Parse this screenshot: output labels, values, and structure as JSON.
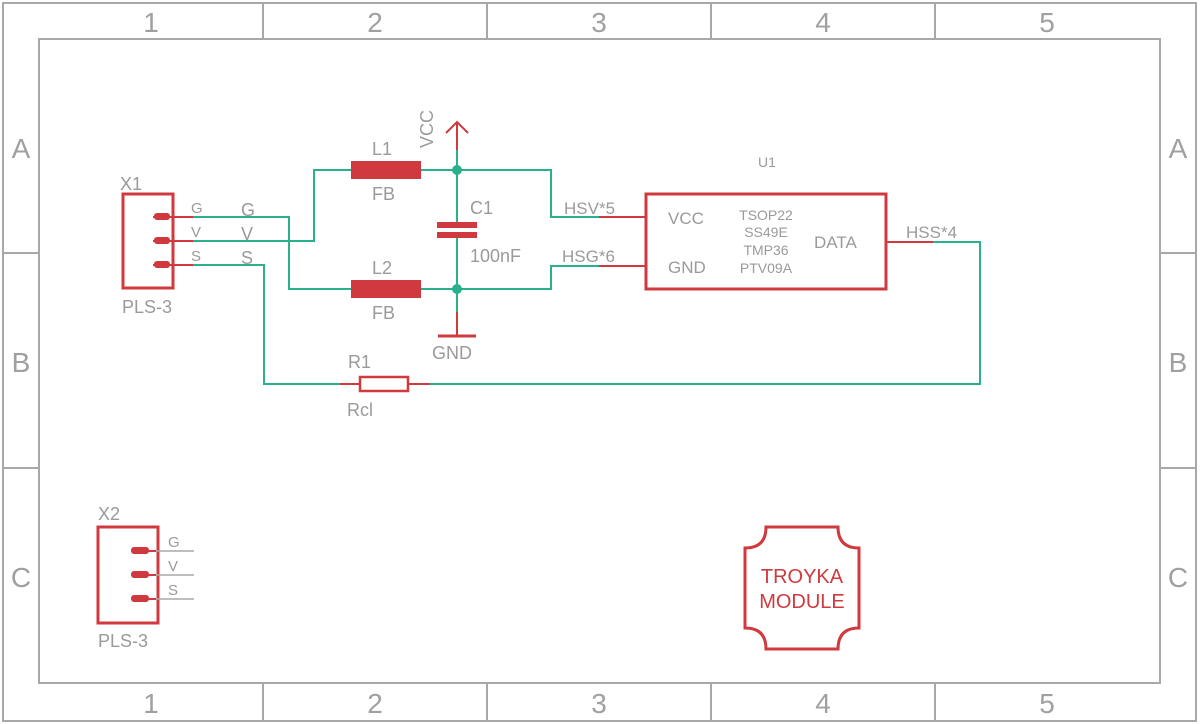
{
  "frame": {
    "columns": [
      "1",
      "2",
      "3",
      "4",
      "5"
    ],
    "rows": [
      "A",
      "B",
      "C"
    ]
  },
  "x1": {
    "ref": "X1",
    "value": "PLS-3",
    "pins": [
      "G",
      "V",
      "S"
    ],
    "nets": [
      "G",
      "V",
      "S"
    ]
  },
  "x2": {
    "ref": "X2",
    "value": "PLS-3",
    "pins": [
      "G",
      "V",
      "S"
    ]
  },
  "l1": {
    "ref": "L1",
    "value": "FB"
  },
  "l2": {
    "ref": "L2",
    "value": "FB"
  },
  "c1": {
    "ref": "C1",
    "value": "100nF"
  },
  "r1": {
    "ref": "R1",
    "value": "Rcl"
  },
  "power": {
    "vcc": "VCC",
    "gnd": "GND"
  },
  "u1": {
    "ref": "U1",
    "pin_vcc": "VCC",
    "pin_gnd": "GND",
    "pin_data": "DATA",
    "parts": [
      "TSOP22",
      "SS49E",
      "TMP36",
      "PTV09A"
    ],
    "net_vcc": "HSV*5",
    "net_gnd": "HSG*6",
    "net_data": "HSS*4"
  },
  "logo": {
    "line1": "TROYKA",
    "line2": "MODULE"
  },
  "colors": {
    "wire": "#2ab08a",
    "part": "#d0393e",
    "frame": "#a8a8a8",
    "text": "#9a9a9a"
  }
}
